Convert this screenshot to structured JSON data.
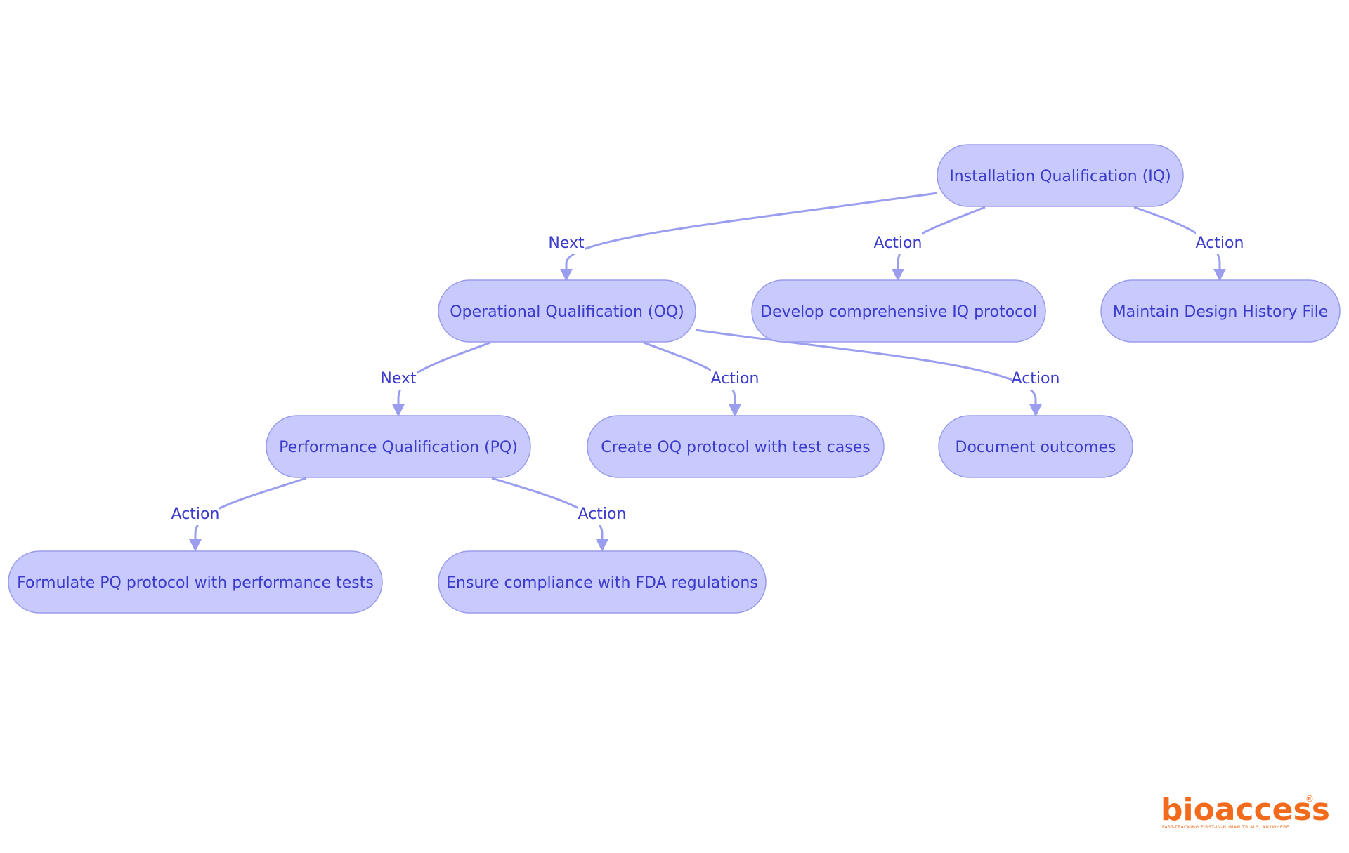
{
  "nodes": {
    "iq": "Installation Qualification (IQ)",
    "oq": "Operational Qualification (OQ)",
    "iq_protocol": "Develop comprehensive IQ protocol",
    "dhf": "Maintain Design History File",
    "pq": "Performance Qualification (PQ)",
    "oq_protocol": "Create OQ protocol with test cases",
    "document": "Document outcomes",
    "pq_protocol": "Formulate PQ protocol with performance tests",
    "compliance": "Ensure compliance with FDA regulations"
  },
  "edges": {
    "iq_to_oq": "Next",
    "iq_to_protocol": "Action",
    "iq_to_dhf": "Action",
    "oq_to_pq": "Next",
    "oq_to_protocol": "Action",
    "oq_to_document": "Action",
    "pq_to_protocol": "Action",
    "pq_to_compliance": "Action"
  },
  "logo": {
    "name": "bioaccess",
    "registered": "®",
    "tagline": "FAST-TRACKING FIRST-IN-HUMAN TRIALS, ANYWHERE"
  },
  "colors": {
    "node_fill": "#c8c9fd",
    "node_stroke": "#9a9ceb",
    "edge": "#9b9eee",
    "text": "#3a3acb",
    "logo": "#f26b1d"
  }
}
